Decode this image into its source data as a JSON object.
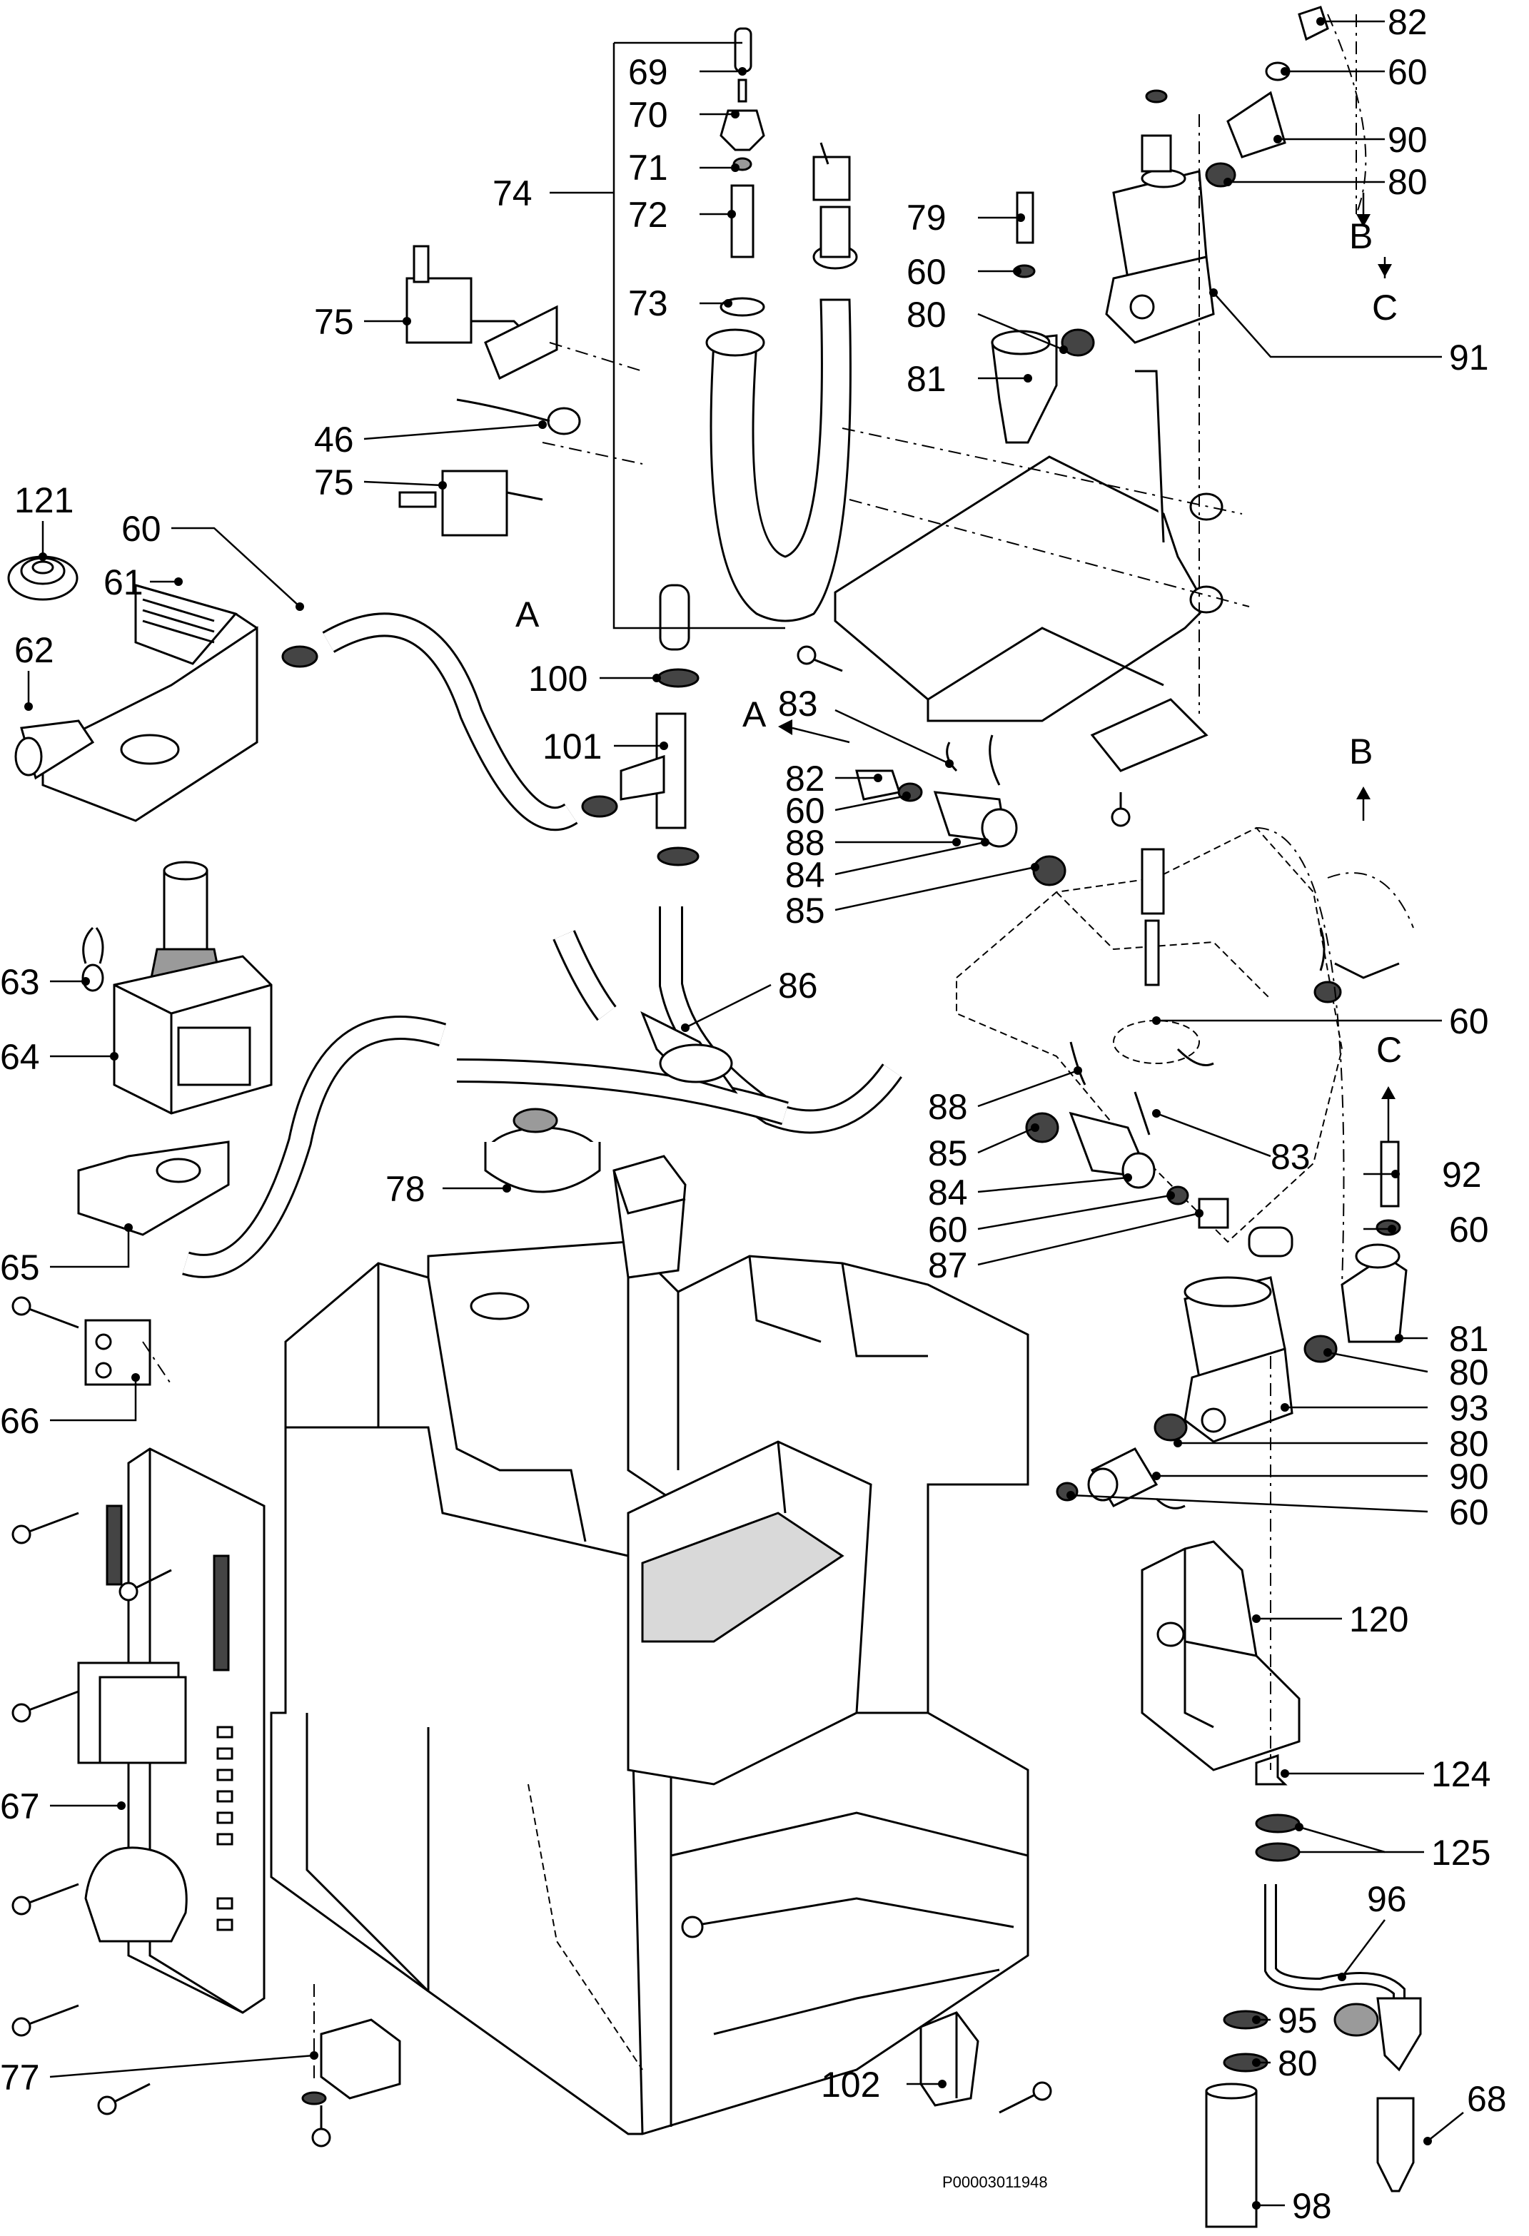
{
  "diagram": {
    "reference": "P00003011948",
    "arrow_labels": [
      "A",
      "A",
      "B",
      "B",
      "C",
      "C"
    ],
    "callouts": [
      {
        "id": "c82a",
        "text": "82"
      },
      {
        "id": "c60a",
        "text": "60"
      },
      {
        "id": "c90a",
        "text": "90"
      },
      {
        "id": "c80a",
        "text": "80"
      },
      {
        "id": "c69",
        "text": "69"
      },
      {
        "id": "c70",
        "text": "70"
      },
      {
        "id": "c71",
        "text": "71"
      },
      {
        "id": "c72",
        "text": "72"
      },
      {
        "id": "c73",
        "text": "73"
      },
      {
        "id": "c74",
        "text": "74"
      },
      {
        "id": "c79",
        "text": "79"
      },
      {
        "id": "c60b",
        "text": "60"
      },
      {
        "id": "c80b",
        "text": "80"
      },
      {
        "id": "c81a",
        "text": "81"
      },
      {
        "id": "c91",
        "text": "91"
      },
      {
        "id": "c75a",
        "text": "75"
      },
      {
        "id": "c46",
        "text": "46"
      },
      {
        "id": "c75b",
        "text": "75"
      },
      {
        "id": "c121",
        "text": "121"
      },
      {
        "id": "c60c",
        "text": "60"
      },
      {
        "id": "c61",
        "text": "61"
      },
      {
        "id": "c62",
        "text": "62"
      },
      {
        "id": "c100",
        "text": "100"
      },
      {
        "id": "c101",
        "text": "101"
      },
      {
        "id": "c83a",
        "text": "83"
      },
      {
        "id": "c82b",
        "text": "82"
      },
      {
        "id": "c60d",
        "text": "60"
      },
      {
        "id": "c88a",
        "text": "88"
      },
      {
        "id": "c84a",
        "text": "84"
      },
      {
        "id": "c85a",
        "text": "85"
      },
      {
        "id": "c63",
        "text": "63"
      },
      {
        "id": "c64",
        "text": "64"
      },
      {
        "id": "c86",
        "text": "86"
      },
      {
        "id": "c60e",
        "text": "60"
      },
      {
        "id": "c88b",
        "text": "88"
      },
      {
        "id": "c85b",
        "text": "85"
      },
      {
        "id": "c83b",
        "text": "83"
      },
      {
        "id": "c92",
        "text": "92"
      },
      {
        "id": "c78",
        "text": "78"
      },
      {
        "id": "c84b",
        "text": "84"
      },
      {
        "id": "c60f",
        "text": "60"
      },
      {
        "id": "c60g",
        "text": "60"
      },
      {
        "id": "c87",
        "text": "87"
      },
      {
        "id": "c65",
        "text": "65"
      },
      {
        "id": "c81b",
        "text": "81"
      },
      {
        "id": "c80c",
        "text": "80"
      },
      {
        "id": "c66",
        "text": "66"
      },
      {
        "id": "c93",
        "text": "93"
      },
      {
        "id": "c80d",
        "text": "80"
      },
      {
        "id": "c90b",
        "text": "90"
      },
      {
        "id": "c60h",
        "text": "60"
      },
      {
        "id": "c120",
        "text": "120"
      },
      {
        "id": "c67",
        "text": "67"
      },
      {
        "id": "c124",
        "text": "124"
      },
      {
        "id": "c125",
        "text": "125"
      },
      {
        "id": "c96",
        "text": "96"
      },
      {
        "id": "c95",
        "text": "95"
      },
      {
        "id": "c80e",
        "text": "80"
      },
      {
        "id": "c77",
        "text": "77"
      },
      {
        "id": "c102",
        "text": "102"
      },
      {
        "id": "c68",
        "text": "68"
      },
      {
        "id": "c98",
        "text": "98"
      }
    ]
  }
}
